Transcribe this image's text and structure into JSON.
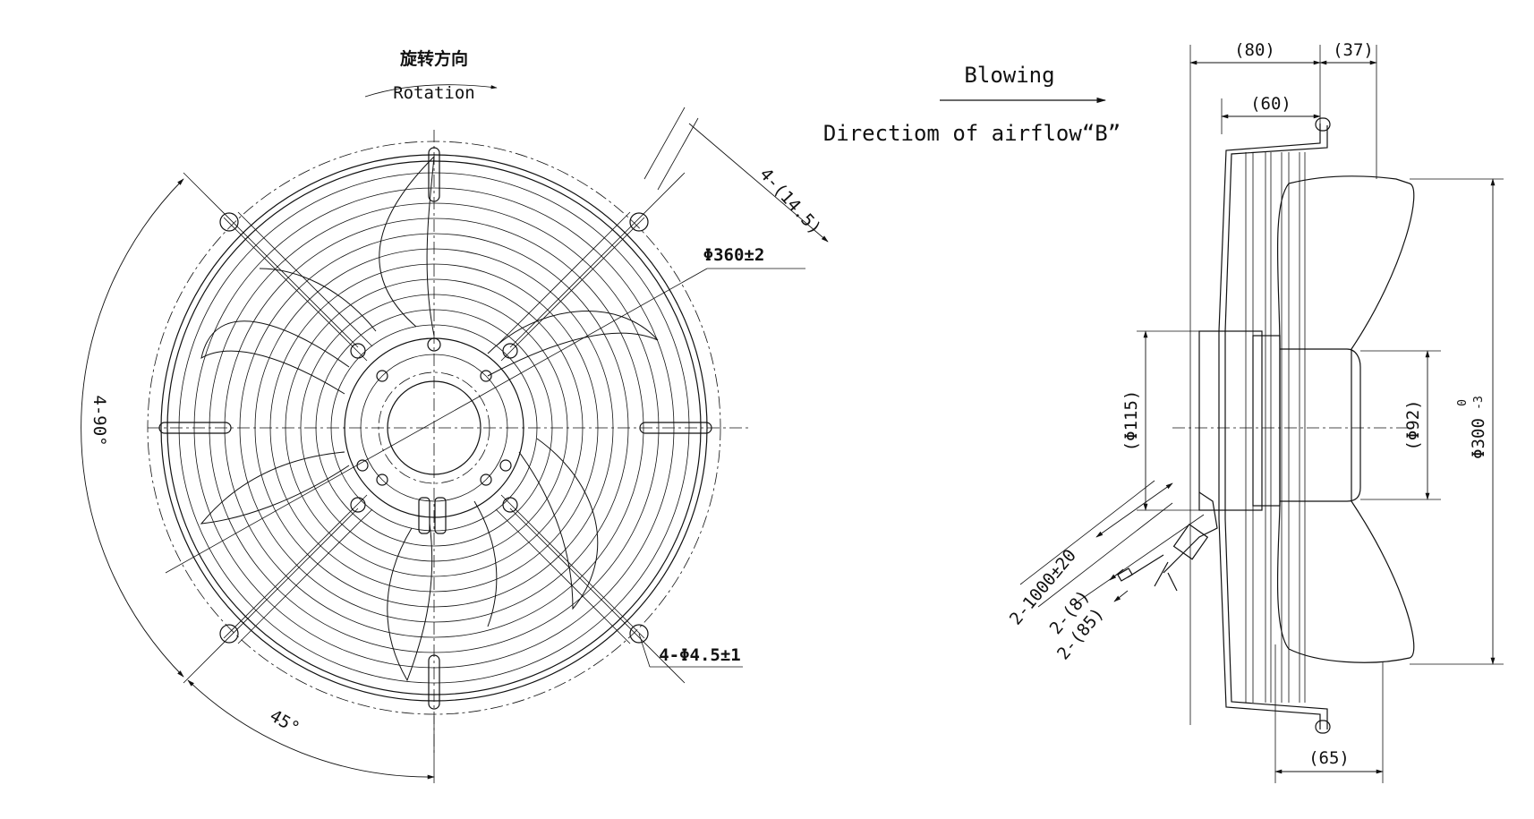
{
  "front_view": {
    "rotation_cn": "旋转方向",
    "rotation_en": "Rotation",
    "slot_width": "4-(14.5)",
    "outer_diameter": "Φ360±2",
    "angle_spacing": "4-90°",
    "angle_offset": "45°",
    "mount_holes": "4-Φ4.5±1"
  },
  "side_view": {
    "blowing": "Blowing",
    "airflow_direction": "Directiom of airflow“B”",
    "dim_80": "(80)",
    "dim_37": "(37)",
    "dim_60": "(60)",
    "dim_115": "(Φ115)",
    "dim_92": "(Φ92)",
    "dim_300": "Φ300",
    "tol_upper": "0",
    "tol_lower": "-3",
    "dim_65": "(65)",
    "cable_length": "2-1000±20",
    "cable_8": "2-(8)",
    "cable_85": "2-(85)"
  }
}
